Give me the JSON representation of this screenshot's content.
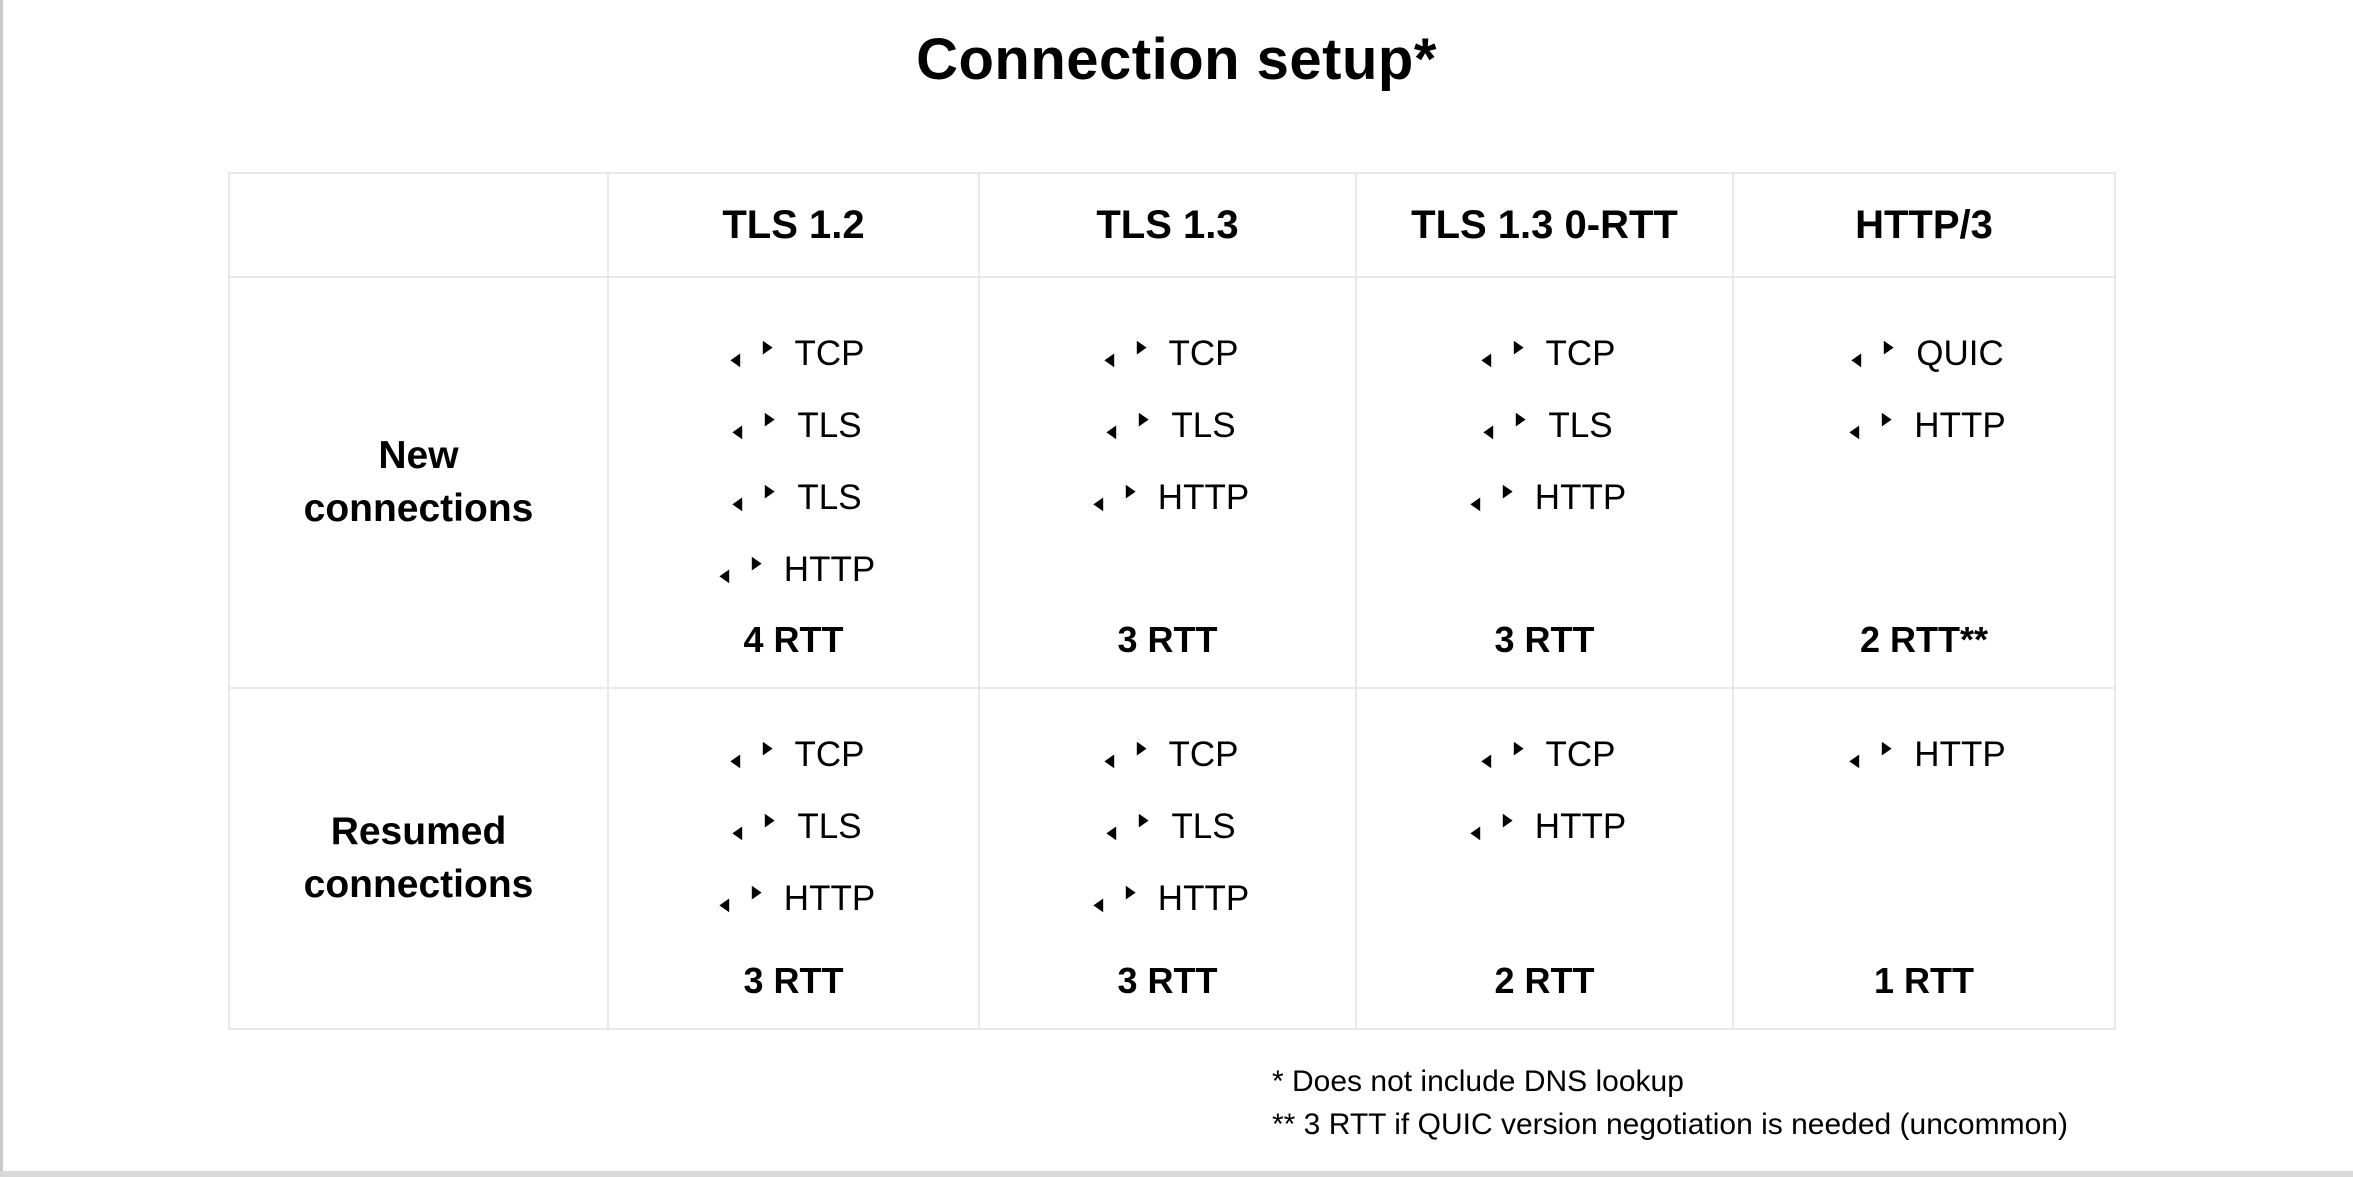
{
  "page": {
    "title": "Connection setup*",
    "footnotes": [
      "* Does not include DNS lookup",
      "** 3 RTT if QUIC version negotiation is needed (uncommon)"
    ]
  },
  "table": {
    "column_headers": [
      "TLS 1.2",
      "TLS 1.3",
      "TLS 1.3 0-RTT",
      "HTTP/3"
    ],
    "rows": [
      {
        "label": "New\nconnections",
        "cells": [
          {
            "steps": [
              "TCP",
              "TLS",
              "TLS",
              "HTTP"
            ],
            "rtt": "4 RTT"
          },
          {
            "steps": [
              "TCP",
              "TLS",
              "HTTP"
            ],
            "rtt": "3 RTT"
          },
          {
            "steps": [
              "TCP",
              "TLS",
              "HTTP"
            ],
            "rtt": "3 RTT"
          },
          {
            "steps": [
              "QUIC",
              "HTTP"
            ],
            "rtt": "2 RTT**"
          }
        ]
      },
      {
        "label": "Resumed\nconnections",
        "cells": [
          {
            "steps": [
              "TCP",
              "TLS",
              "HTTP"
            ],
            "rtt": "3 RTT"
          },
          {
            "steps": [
              "TCP",
              "TLS",
              "HTTP"
            ],
            "rtt": "3 RTT"
          },
          {
            "steps": [
              "TCP",
              "HTTP"
            ],
            "rtt": "2 RTT"
          },
          {
            "steps": [
              "HTTP"
            ],
            "rtt": "1 RTT"
          }
        ]
      }
    ]
  },
  "icons": {
    "exchange": "exchange-arrows-icon"
  },
  "colors": {
    "background": "#ffffff",
    "text": "#000000",
    "table_border": "#e9e9e9",
    "page_edge": "#c9c9c9",
    "bottom_strip": "#d9d9d9"
  }
}
